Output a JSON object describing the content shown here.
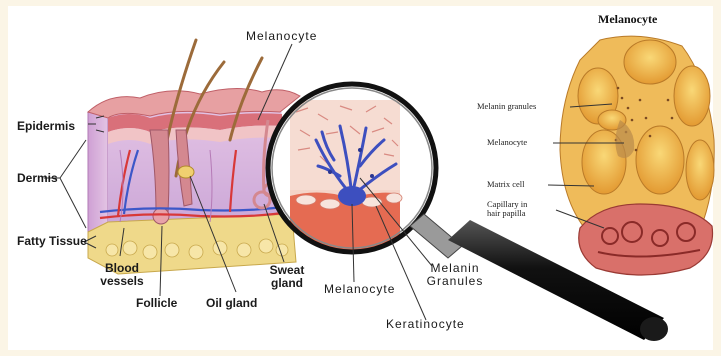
{
  "labels": {
    "epidermis": "Epidermis",
    "dermis": "Dermis",
    "fatty_tissue": "Fatty Tissue",
    "blood_vessels_1": "Blood",
    "blood_vessels_2": "vessels",
    "follicle": "Follicle",
    "oil_gland": "Oil gland",
    "sweat_gland_1": "Sweat",
    "sweat_gland_2": "gland",
    "melanocyte_top": "Melanocyte",
    "melanocyte_lens": "Melanocyte",
    "melanin_granules_1": "Melanin",
    "melanin_granules_2": "Granules",
    "keratinocyte": "Keratinocyte"
  },
  "right_figure": {
    "title": "Melanocyte",
    "melanin_granules": "Melanin granules",
    "melanocyte": "Melanocyte",
    "matrix_cell": "Matrix cell",
    "capillary_1": "Capillary in",
    "capillary_2": "hair papilla"
  },
  "colors": {
    "skin_top": "#d9707a",
    "dermis": "#d7b4dc",
    "fat": "#efd98a",
    "melanocyte": "#3d4fbf",
    "magnifier_handle": "#111111",
    "hair_bulb": "#efb84a"
  }
}
